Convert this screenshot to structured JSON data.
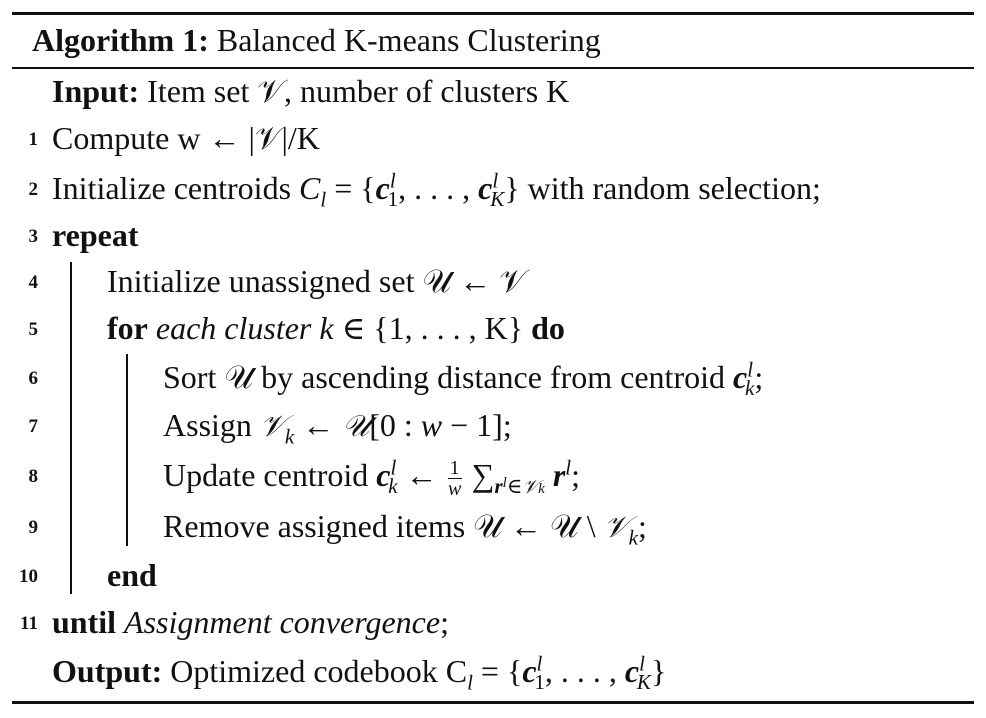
{
  "algorithm": {
    "label": "Algorithm 1:",
    "name": "Balanced K-means Clustering",
    "input_label": "Input:",
    "input_text": "Item set 𝒱, number of clusters K",
    "output_label": "Output:",
    "output_text": "Optimized codebook C",
    "lines": [
      {
        "num": "1",
        "text": "Compute w ← |𝒱|/K"
      },
      {
        "num": "2",
        "text": "Initialize centroids"
      },
      {
        "num": "3",
        "kw": "repeat"
      },
      {
        "num": "4",
        "text": "Initialize unassigned set 𝒰 ← 𝒱"
      },
      {
        "num": "5",
        "kw": "for",
        "text": "each cluster k",
        "set": "∈ {1, . . . , K}",
        "kw2": "do"
      },
      {
        "num": "6",
        "text": "Sort 𝒰 by ascending distance from centroid"
      },
      {
        "num": "7",
        "text": "Assign"
      },
      {
        "num": "8",
        "text": "Update centroid"
      },
      {
        "num": "9",
        "text": "Remove assigned items 𝒰 ← 𝒰 \\"
      },
      {
        "num": "10",
        "kw": "end"
      },
      {
        "num": "11",
        "kw": "until",
        "text": "Assignment convergence"
      }
    ]
  }
}
